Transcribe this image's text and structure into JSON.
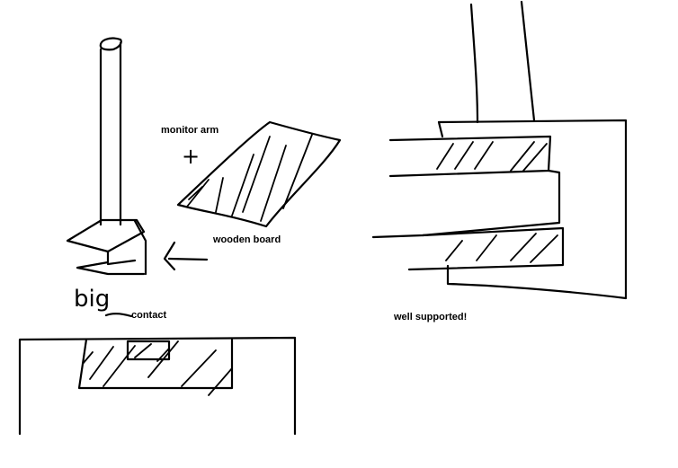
{
  "labels": {
    "monitor_arm": "monitor arm",
    "plus": "+",
    "wooden_board": "wooden board",
    "big": "big",
    "contact": "contact",
    "well_supported": "well supported!"
  }
}
